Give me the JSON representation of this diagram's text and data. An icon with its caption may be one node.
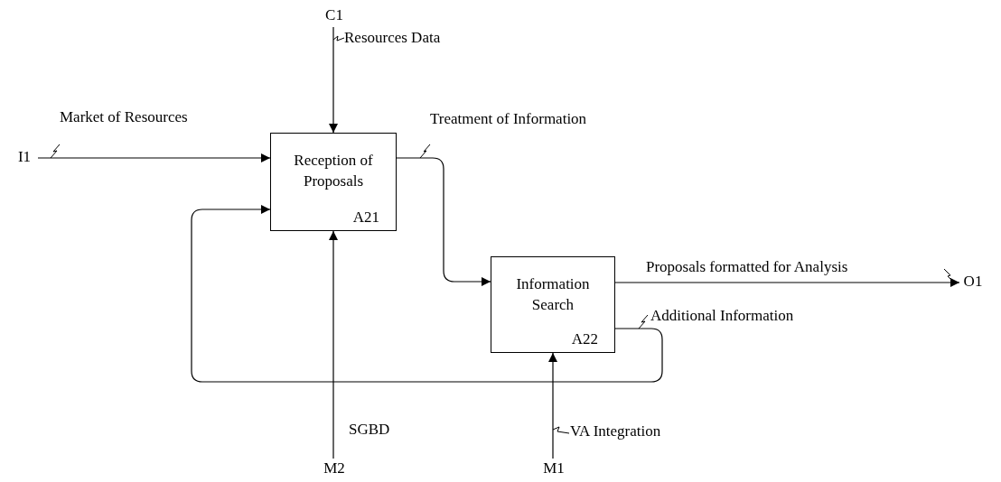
{
  "diagram": {
    "nodes": [
      {
        "text": [
          "Reception of Proposals",
          "A21"
        ]
      },
      {
        "text": [
          "Information Search",
          "A22"
        ]
      },
      {
        "text": [
          "C1"
        ]
      },
      {
        "text": [
          "I1"
        ]
      },
      {
        "text": [
          "M2"
        ]
      },
      {
        "text": [
          "M1"
        ]
      },
      {
        "text": [
          "O1"
        ]
      }
    ],
    "edges": [
      {
        "from": 2,
        "to": 0,
        "arrow": "to",
        "label": "Resources Data"
      },
      {
        "from": 3,
        "to": 0,
        "arrow": "to",
        "label": "Market of Resources"
      },
      {
        "from": 0,
        "to": 1,
        "arrow": "to",
        "label": "Treatment of Information"
      },
      {
        "from": 1,
        "to": 6,
        "arrow": "to",
        "label": "Proposals formatted for Analysis"
      },
      {
        "from": 1,
        "to": 0,
        "arrow": "to",
        "label": "Additional Information"
      },
      {
        "from": 4,
        "to": 0,
        "arrow": "to",
        "label": "SGBD"
      },
      {
        "from": 5,
        "to": 1,
        "arrow": "to",
        "label": "VA Integration"
      }
    ]
  }
}
